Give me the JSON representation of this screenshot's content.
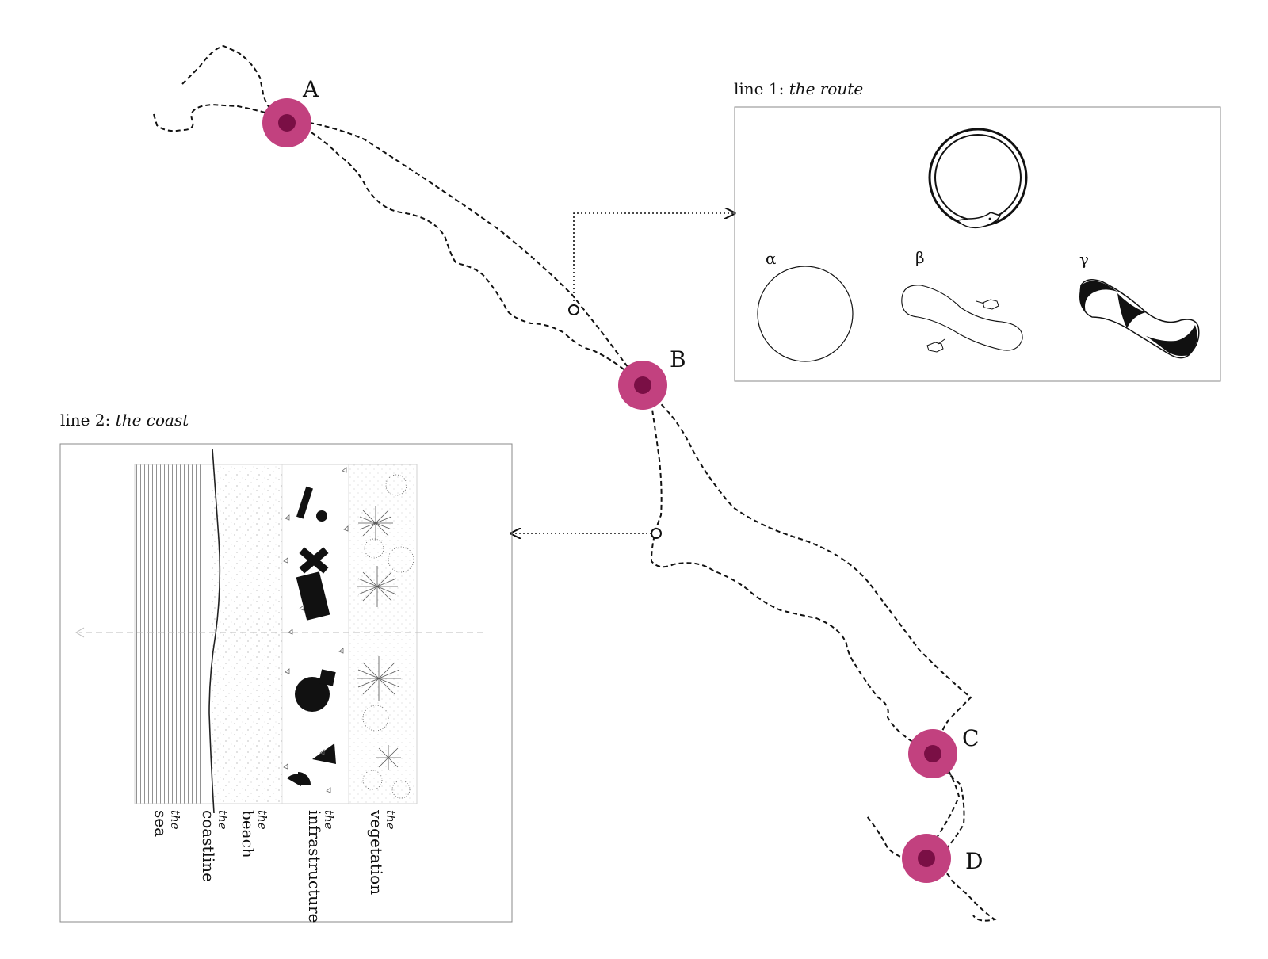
{
  "stops": [
    {
      "letter": "A"
    },
    {
      "letter": "B"
    },
    {
      "letter": "C"
    },
    {
      "letter": "D"
    }
  ],
  "route_box": {
    "prefix": "line 1: ",
    "emphasis": "the route",
    "variants": [
      "α",
      "β",
      "γ"
    ]
  },
  "coast_box": {
    "prefix": "line 2: ",
    "emphasis": "the coast",
    "zones": [
      {
        "article": "the",
        "name": "sea"
      },
      {
        "article": "the",
        "name": "coastline"
      },
      {
        "article": "the",
        "name": "beach"
      },
      {
        "article": "the",
        "name": "infrastructure"
      },
      {
        "article": "the",
        "name": "vegetation"
      }
    ]
  },
  "colors": {
    "stop_outer": "#c2417f",
    "stop_inner": "#7a0f45",
    "line": "#111111",
    "frame": "#888888"
  }
}
